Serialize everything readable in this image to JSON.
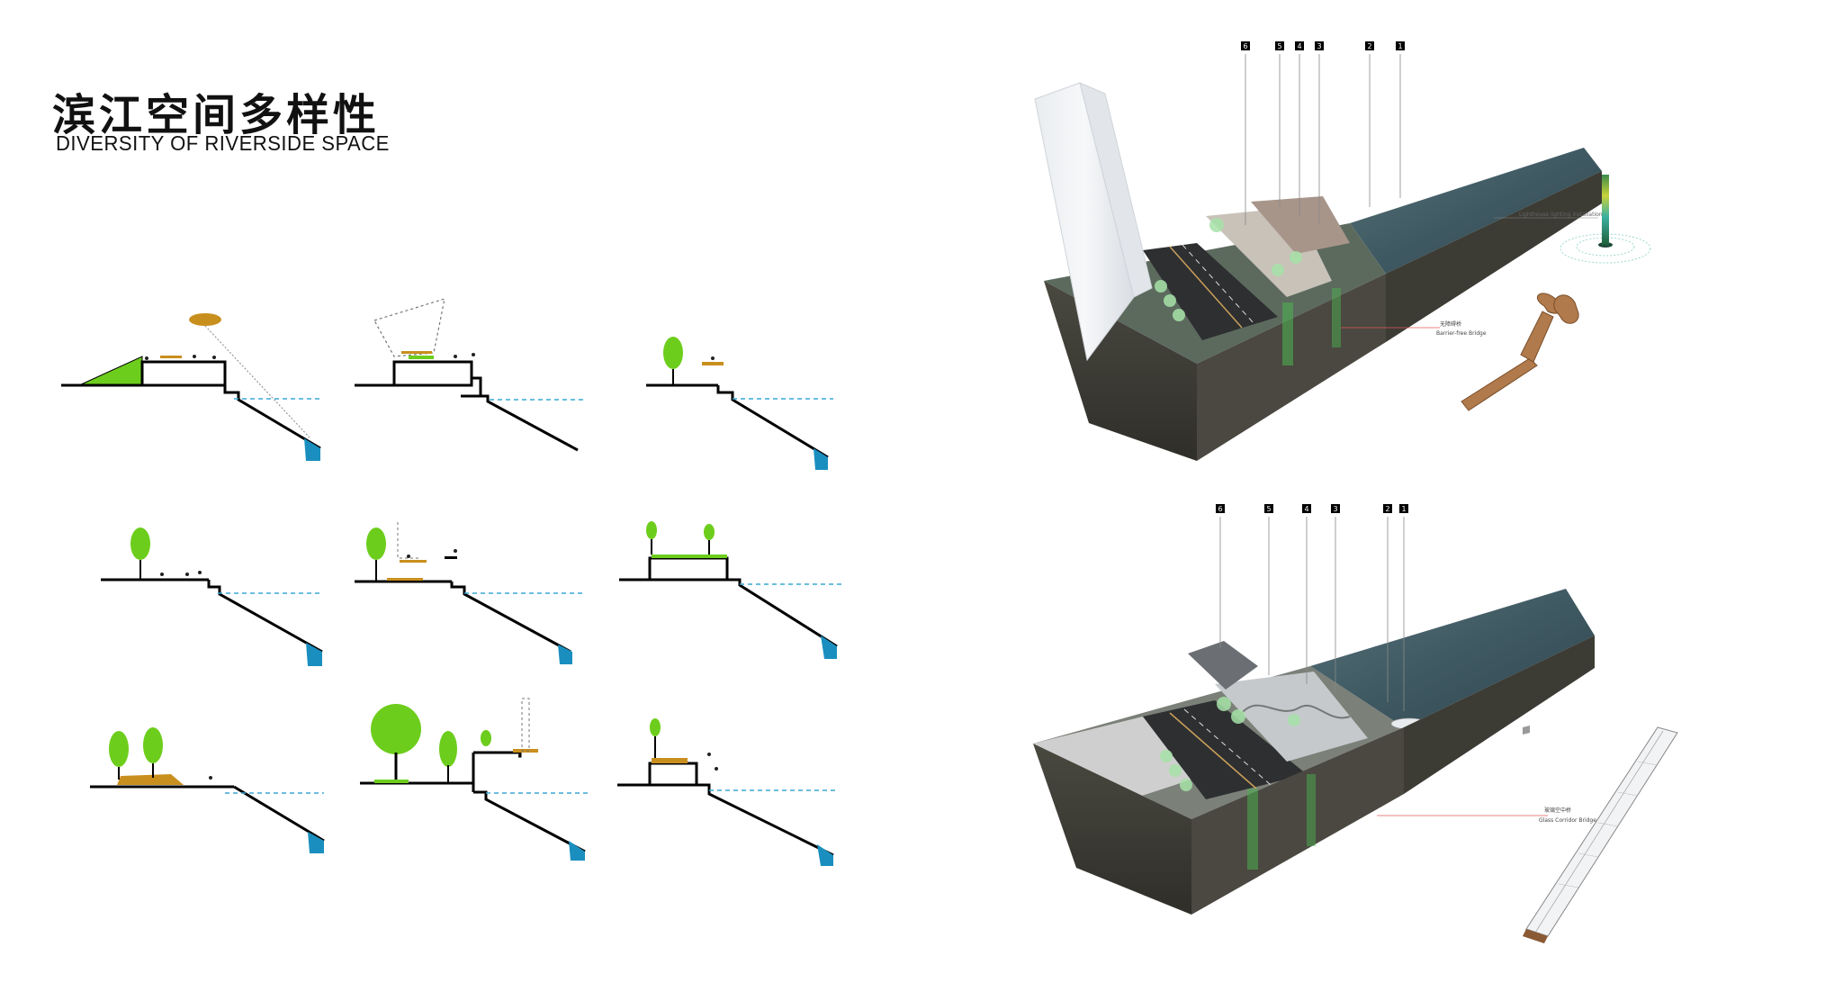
{
  "header": {
    "title_zh": "滨江空间多样性",
    "title_en": "DIVERSITY OF RIVERSIDE SPACE"
  },
  "colors": {
    "grass": "#6dcd1c",
    "wood": "#c98f1e",
    "water": "#1a8fbf",
    "water_line": "#3aa7d4",
    "soil": "#3b3a33",
    "river": "#3f5962"
  },
  "top_model": {
    "numbers": [
      "6",
      "5",
      "4",
      "3",
      "2",
      "1"
    ],
    "callout_bridge_zh": "无障碍桥",
    "callout_bridge_en": "Barrier-free Bridge",
    "callout_light_en": "Lighthouse lighting installation"
  },
  "bottom_model": {
    "numbers": [
      "6",
      "5",
      "4",
      "3",
      "2",
      "1"
    ],
    "callout_bridge_zh": "玻璃空中桥",
    "callout_bridge_en": "Glass Corridor Bridge"
  }
}
